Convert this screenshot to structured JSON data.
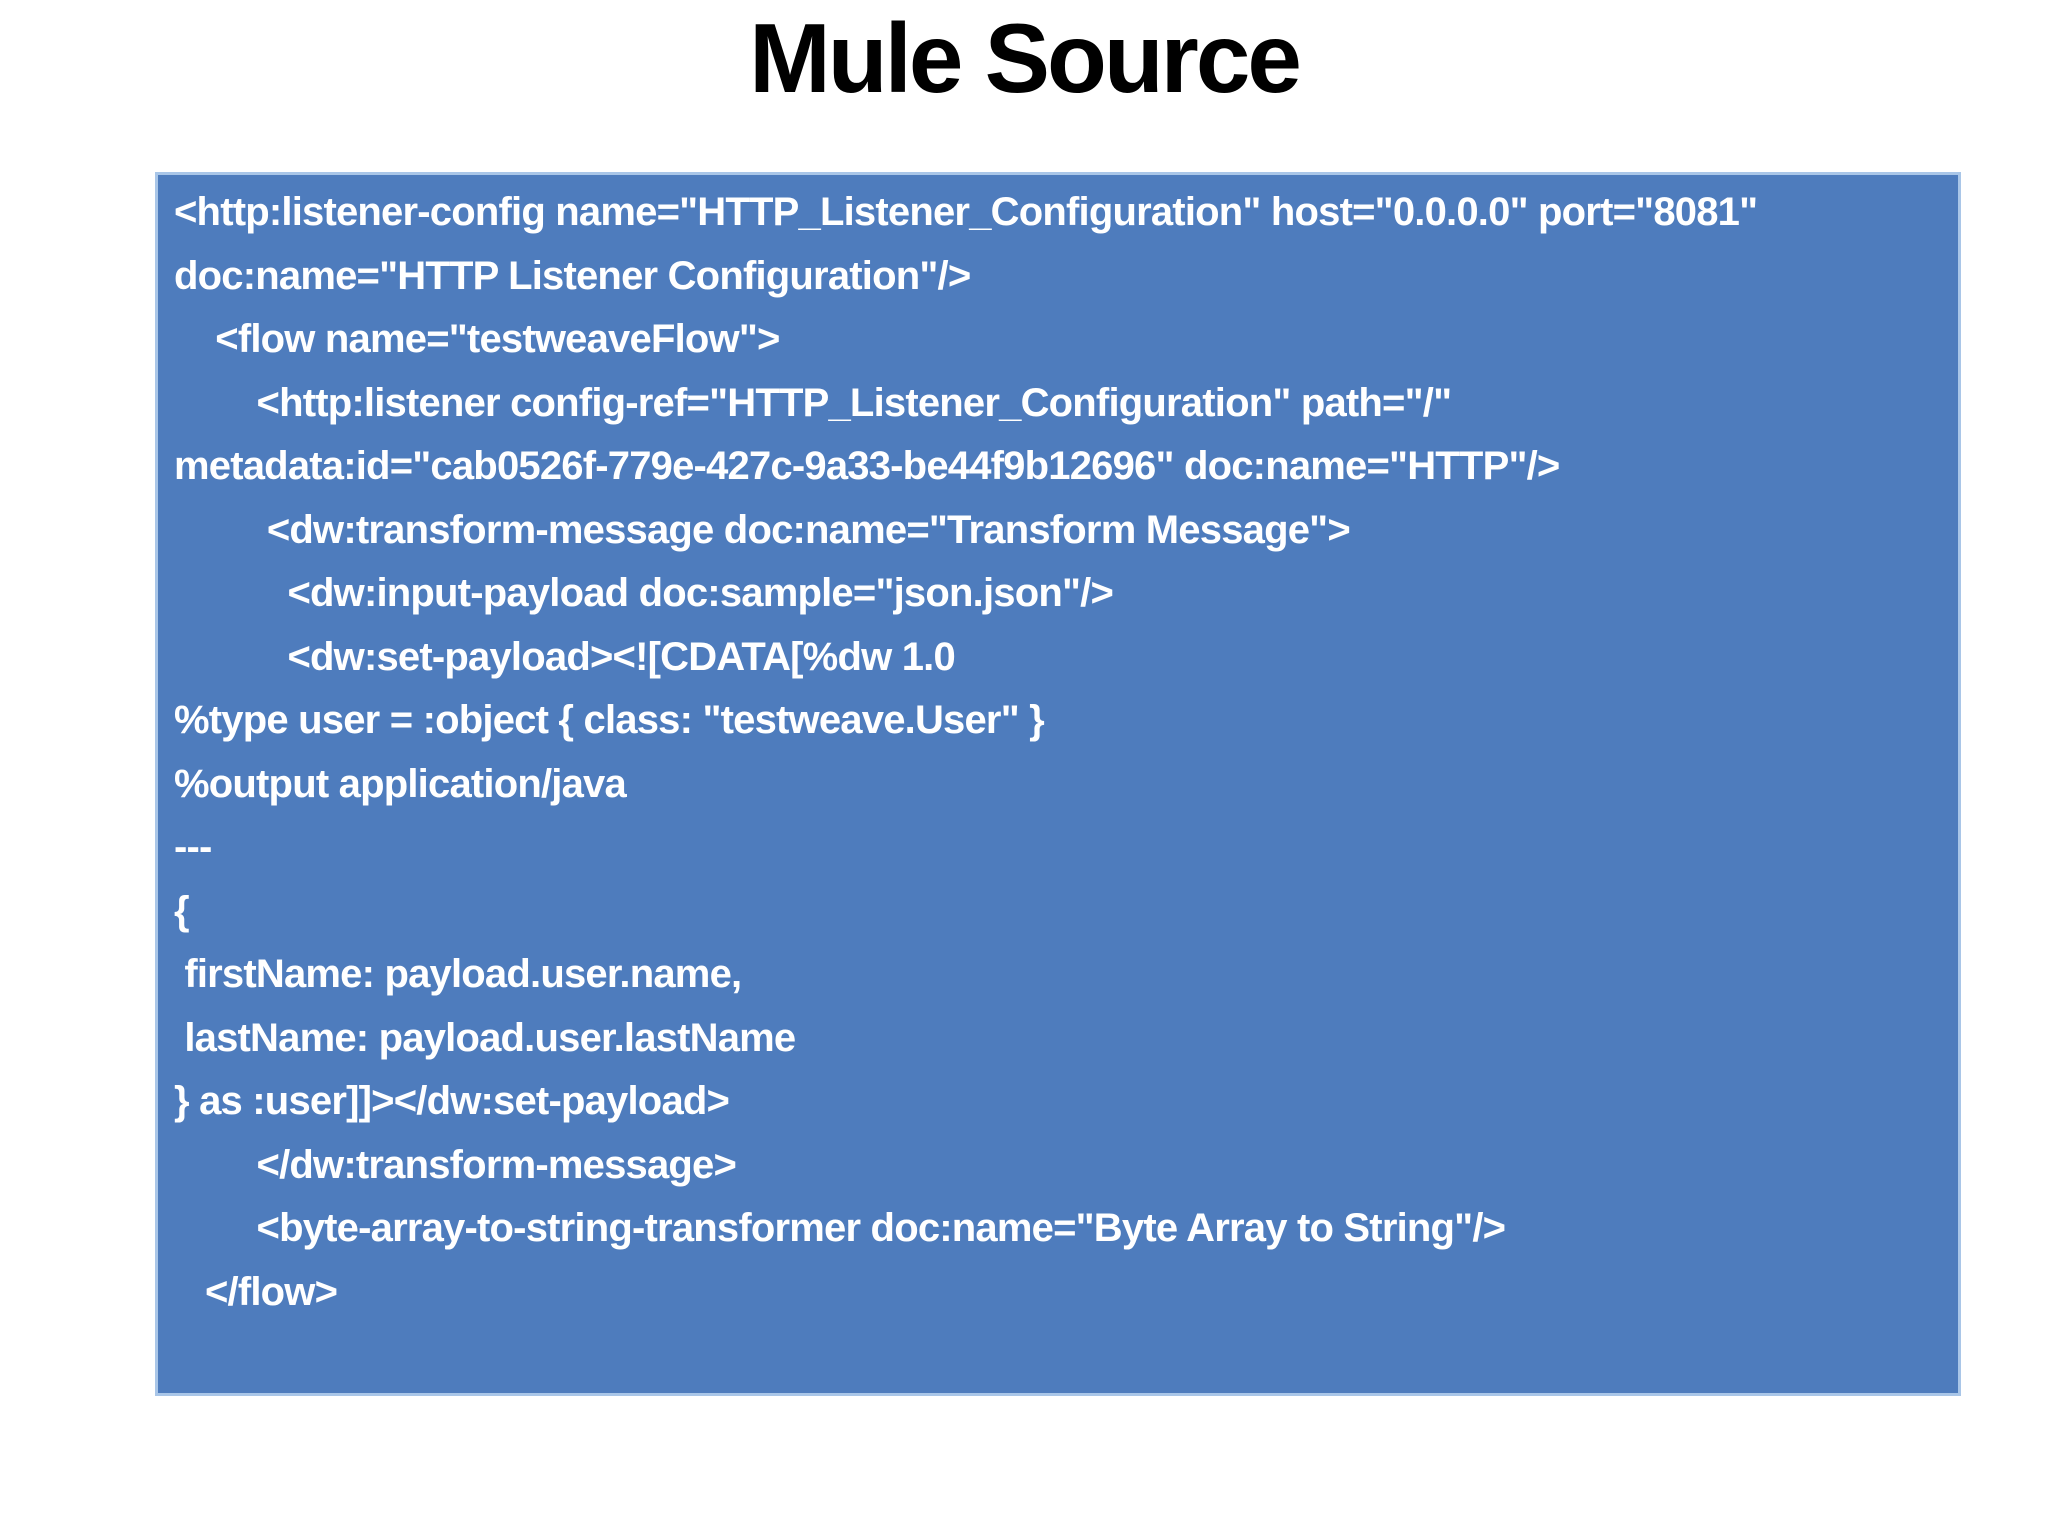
{
  "title": "Mule Source",
  "colors": {
    "page_background": "#ffffff",
    "title_text": "#000000",
    "panel_background": "#4e7cbd",
    "panel_border": "#a9c6e8",
    "code_text": "#ffffff"
  },
  "code_panel": {
    "language": "mule-xml-dataweave",
    "lines": [
      "<http:listener-config name=\"HTTP_Listener_Configuration\" host=\"0.0.0.0\" port=\"8081\"",
      "doc:name=\"HTTP Listener Configuration\"/>",
      "    <flow name=\"testweaveFlow\">",
      "        <http:listener config-ref=\"HTTP_Listener_Configuration\" path=\"/\"",
      "metadata:id=\"cab0526f-779e-427c-9a33-be44f9b12696\" doc:name=\"HTTP\"/>",
      "         <dw:transform-message doc:name=\"Transform Message\">",
      "           <dw:input-payload doc:sample=\"json.json\"/>",
      "           <dw:set-payload><![CDATA[%dw 1.0",
      "%type user = :object { class: \"testweave.User\" }",
      "%output application/java",
      "---",
      "{",
      " firstName: payload.user.name,",
      " lastName: payload.user.lastName",
      "} as :user]]></dw:set-payload>",
      "        </dw:transform-message>",
      "        <byte-array-to-string-transformer doc:name=\"Byte Array to String\"/>",
      "   </flow>"
    ]
  }
}
